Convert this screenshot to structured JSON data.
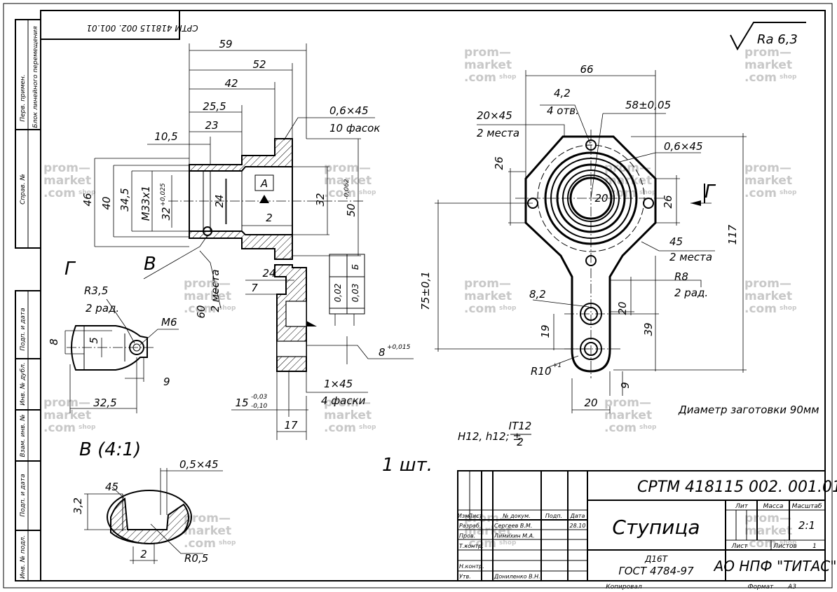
{
  "title_block": {
    "designation": "СРТМ 418115 002. 001.01",
    "designation_mirrored": "СРТМ 418115 002. 001.01",
    "part_name": "Ступица",
    "material_line1": "Д16Т",
    "material_line2": "ГОСТ 4784-97",
    "company": "АО НПФ \"ТИТАС\"",
    "col_lit": "Лит",
    "col_mass": "Масса",
    "col_scale": "Масштаб",
    "scale_value": "2:1",
    "sheet_label": "Лист",
    "sheets_label": "Листов",
    "sheets_value": "1",
    "copied": "Копировал",
    "format_label": "Формат",
    "format_value": "А3",
    "header_cells": [
      "Изм",
      "Лист",
      "№ докум.",
      "Подп.",
      "Дата"
    ],
    "roles": [
      {
        "role": "Разраб.",
        "name": "Сергеев В.М.",
        "date": "28.10"
      },
      {
        "role": "Пров.",
        "name": "Лимихин М.А.",
        "date": ""
      },
      {
        "role": "Т.контр.",
        "name": "",
        "date": ""
      },
      {
        "role": "",
        "name": "",
        "date": ""
      },
      {
        "role": "Н.контр.",
        "name": "",
        "date": ""
      },
      {
        "role": "Утв.",
        "name": "Дониленко В.Н.",
        "date": ""
      }
    ]
  },
  "side_strip": {
    "perv_primen": "Перв. примен.",
    "blok": "Блок линейного перемещения",
    "sprav": "Справ. №",
    "podp_data_1": "Подп. и дата",
    "inv_dubl": "Инв. № дубл.",
    "vzam_inv": "Взам. инв. №",
    "podp_data_2": "Подп. и дата",
    "inv_podl": "Инв. № подл."
  },
  "notes": {
    "roughness": "Ra 6,3",
    "quantity": "1 шт.",
    "blank_diameter": "Диаметр заготовки 90мм",
    "tolerance_prefix": "H12, h12; ±",
    "tolerance_num": "IT12",
    "tolerance_den": "2",
    "view_B": "В (4:1)",
    "section_G": "Г",
    "section_B": "В",
    "datum_A": "А",
    "datum_B": "Б"
  },
  "dims_section": {
    "d59": "59",
    "d52": "52",
    "d42": "42",
    "d25_5": "25,5",
    "d23": "23",
    "d10_5": "10,5",
    "chamfer1": "0,6×45",
    "chamfer1_note": "10 фасок",
    "d46": "46",
    "d40": "40",
    "d34_5": "34,5",
    "dM33": "М33х1",
    "d32": "32",
    "d32_tol": "+0,025",
    "d24": "24",
    "d2": "2",
    "d32b": "32",
    "d50": "50",
    "d50_tol": "-0,062",
    "d24b": "24",
    "d7": "7",
    "d60": "60",
    "d60_note": "2 места",
    "tol1": "0,02",
    "tol2": "0,03",
    "d8": "8",
    "d8_tol": "+0,015",
    "chamfer2": "1×45",
    "chamfer2_note": "4 фаски",
    "d15": "15",
    "d15_up": "-0,03",
    "d15_dn": "-0,10",
    "d17": "17"
  },
  "dims_detail_slot": {
    "r3_5": "R3,5",
    "r3_5_note": "2 рад.",
    "m6": "М6",
    "d8": "8",
    "d5": "5",
    "d9": "9",
    "d32_5": "32,5"
  },
  "dims_detail_B": {
    "c05": "0,5×45",
    "a45": "45",
    "d3_2": "3,2",
    "d2": "2",
    "r05": "R0,5"
  },
  "dims_plan": {
    "d66": "66",
    "d4_2": "4,2",
    "d4_2_note": "4 отв.",
    "d58": "58±0,05",
    "ch20": "20×45",
    "ch20_note": "2 места",
    "ch06": "0,6×45",
    "d26a": "26",
    "d26b": "26",
    "d20": "20",
    "view_G": "Г",
    "d45": "45",
    "d45_note": "2 места",
    "d117": "117",
    "d75": "75±0,1",
    "r8": "R8",
    "r8_note": "2 рад.",
    "d8_2": "8,2",
    "d20b": "20",
    "d39": "39",
    "d19": "19",
    "r10": "R10",
    "r10_tol": "+1",
    "d9": "9",
    "d20c": "20"
  },
  "watermark": {
    "line1": "prom—",
    "line2": "market",
    "line3": ".com",
    "shop": "shop"
  }
}
